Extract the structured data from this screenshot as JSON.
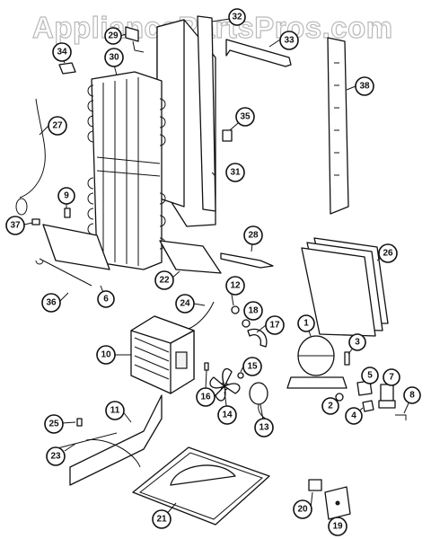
{
  "watermark": "AppliancePartsPros.com",
  "callouts": [
    "1",
    "2",
    "3",
    "4",
    "5",
    "6",
    "7",
    "8",
    "9",
    "10",
    "11",
    "12",
    "13",
    "14",
    "15",
    "16",
    "17",
    "18",
    "19",
    "20",
    "21",
    "22",
    "23",
    "24",
    "25",
    "26",
    "27",
    "28",
    "29",
    "30",
    "31",
    "32",
    "33",
    "34",
    "35",
    "36",
    "37",
    "38"
  ]
}
